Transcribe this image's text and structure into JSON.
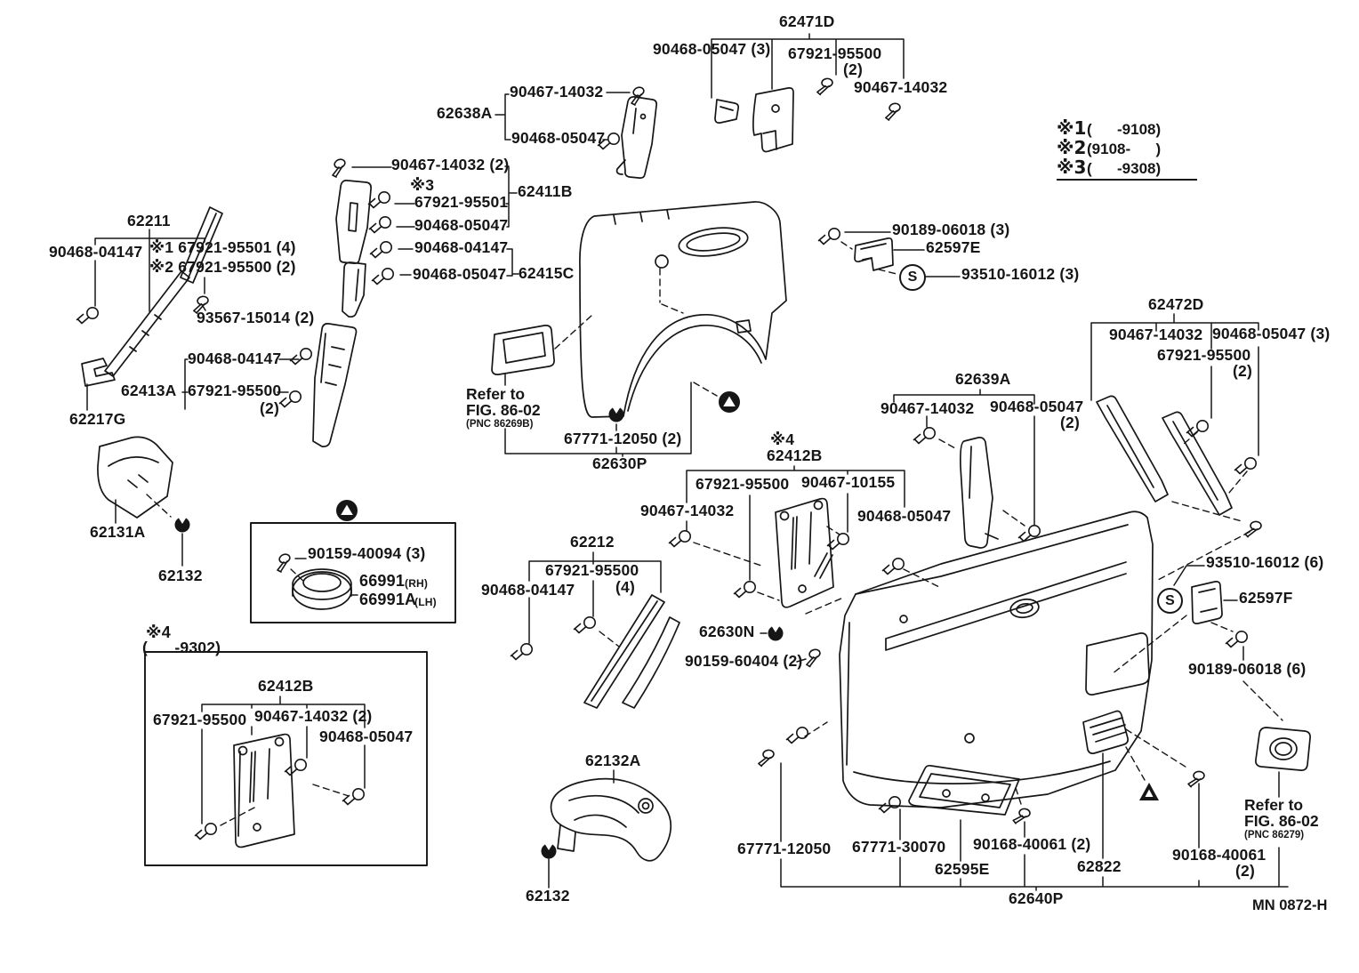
{
  "page": {
    "footer_code": "MN 0872-H"
  },
  "legend": {
    "rows": [
      {
        "mark": "※1",
        "range": "(      -9108)"
      },
      {
        "mark": "※2",
        "range": "(9108-      )"
      },
      {
        "mark": "※3",
        "range": "(      -9308)"
      }
    ]
  },
  "refs": {
    "ref1": {
      "line1": "Refer to",
      "line2": "FIG. 86-02",
      "line3": "(PNC 86269B)"
    },
    "ref2": {
      "line1": "Refer to",
      "line2": "FIG. 86-02",
      "line3": "(PNC 86279)"
    }
  },
  "symbols": {
    "s_mark": "S"
  },
  "labels": [
    {
      "text": "62471D"
    },
    {
      "text": "90468-05047 (3)"
    },
    {
      "text": "67921-95500"
    },
    {
      "text": "(2)"
    },
    {
      "text": "90467-14032"
    },
    {
      "text": "90467-14032"
    },
    {
      "text": "62638A"
    },
    {
      "text": "90468-05047"
    },
    {
      "text": "90467-14032 (2)"
    },
    {
      "text": "※3"
    },
    {
      "text": "67921-95501"
    },
    {
      "text": "62411B"
    },
    {
      "text": "90468-05047"
    },
    {
      "text": "90468-04147"
    },
    {
      "text": "90468-05047"
    },
    {
      "text": "62415C"
    },
    {
      "text": "62211"
    },
    {
      "text": "90468-04147"
    },
    {
      "text": "※1 67921-95501 (4)"
    },
    {
      "text": "※2 67921-95500 (2)"
    },
    {
      "text": "93567-15014 (2)"
    },
    {
      "text": "90468-04147"
    },
    {
      "text": "62413A"
    },
    {
      "text": "67921-95500"
    },
    {
      "text": "(2)"
    },
    {
      "text": "62217G"
    },
    {
      "text": "62131A"
    },
    {
      "text": "62132"
    },
    {
      "text": "90159-40094 (3)"
    },
    {
      "text": "66991"
    },
    {
      "text": "(RH)"
    },
    {
      "text": "66991A"
    },
    {
      "text": "(LH)"
    },
    {
      "text": "※4"
    },
    {
      "text": "(      -9302)"
    },
    {
      "text": "62412B"
    },
    {
      "text": "67921-95500"
    },
    {
      "text": "90467-14032 (2)"
    },
    {
      "text": "90468-05047"
    },
    {
      "text": "67771-12050 (2)"
    },
    {
      "text": "62630P"
    },
    {
      "text": "※4"
    },
    {
      "text": "62412B"
    },
    {
      "text": "67921-95500"
    },
    {
      "text": "90467-10155"
    },
    {
      "text": "90467-14032"
    },
    {
      "text": "90468-05047"
    },
    {
      "text": "62212"
    },
    {
      "text": "67921-95500"
    },
    {
      "text": "(4)"
    },
    {
      "text": "90468-04147"
    },
    {
      "text": "62630N"
    },
    {
      "text": "90159-60404 (2)"
    },
    {
      "text": "90189-06018 (3)"
    },
    {
      "text": "62597E"
    },
    {
      "text": "93510-16012 (3)"
    },
    {
      "text": "62472D"
    },
    {
      "text": "90467-14032"
    },
    {
      "text": "90468-05047 (3)"
    },
    {
      "text": "67921-95500"
    },
    {
      "text": "(2)"
    },
    {
      "text": "62639A"
    },
    {
      "text": "90467-14032"
    },
    {
      "text": "90468-05047"
    },
    {
      "text": "(2)"
    },
    {
      "text": "93510-16012 (6)"
    },
    {
      "text": "62597F"
    },
    {
      "text": "90189-06018 (6)"
    },
    {
      "text": "62132A"
    },
    {
      "text": "62132"
    },
    {
      "text": "67771-12050"
    },
    {
      "text": "67771-30070"
    },
    {
      "text": "90168-40061 (2)"
    },
    {
      "text": "62595E"
    },
    {
      "text": "62822"
    },
    {
      "text": "90168-40061"
    },
    {
      "text": "(2)"
    },
    {
      "text": "62640P"
    }
  ]
}
